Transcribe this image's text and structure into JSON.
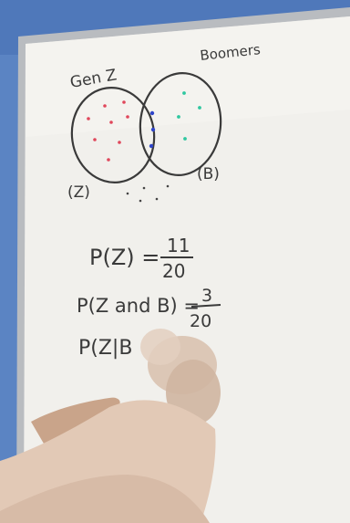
{
  "venn": {
    "left_label": "Gen Z",
    "right_label": "Boomers",
    "left_tag": "(Z)",
    "right_tag": "(B)",
    "colors": {
      "left_dots": "#e0475b",
      "overlap_dots": "#2f45c9",
      "right_dots": "#2fc7a0",
      "outside_dots": "#444444",
      "marker": "#3a3a3a"
    }
  },
  "equations": {
    "pz_lhs": "P(Z) =",
    "pz_num": "11",
    "pz_den": "20",
    "pzb_lhs": "P(Z and B) =",
    "pzb_num": "3",
    "pzb_den": "20",
    "pzgb": "P(Z|B"
  }
}
